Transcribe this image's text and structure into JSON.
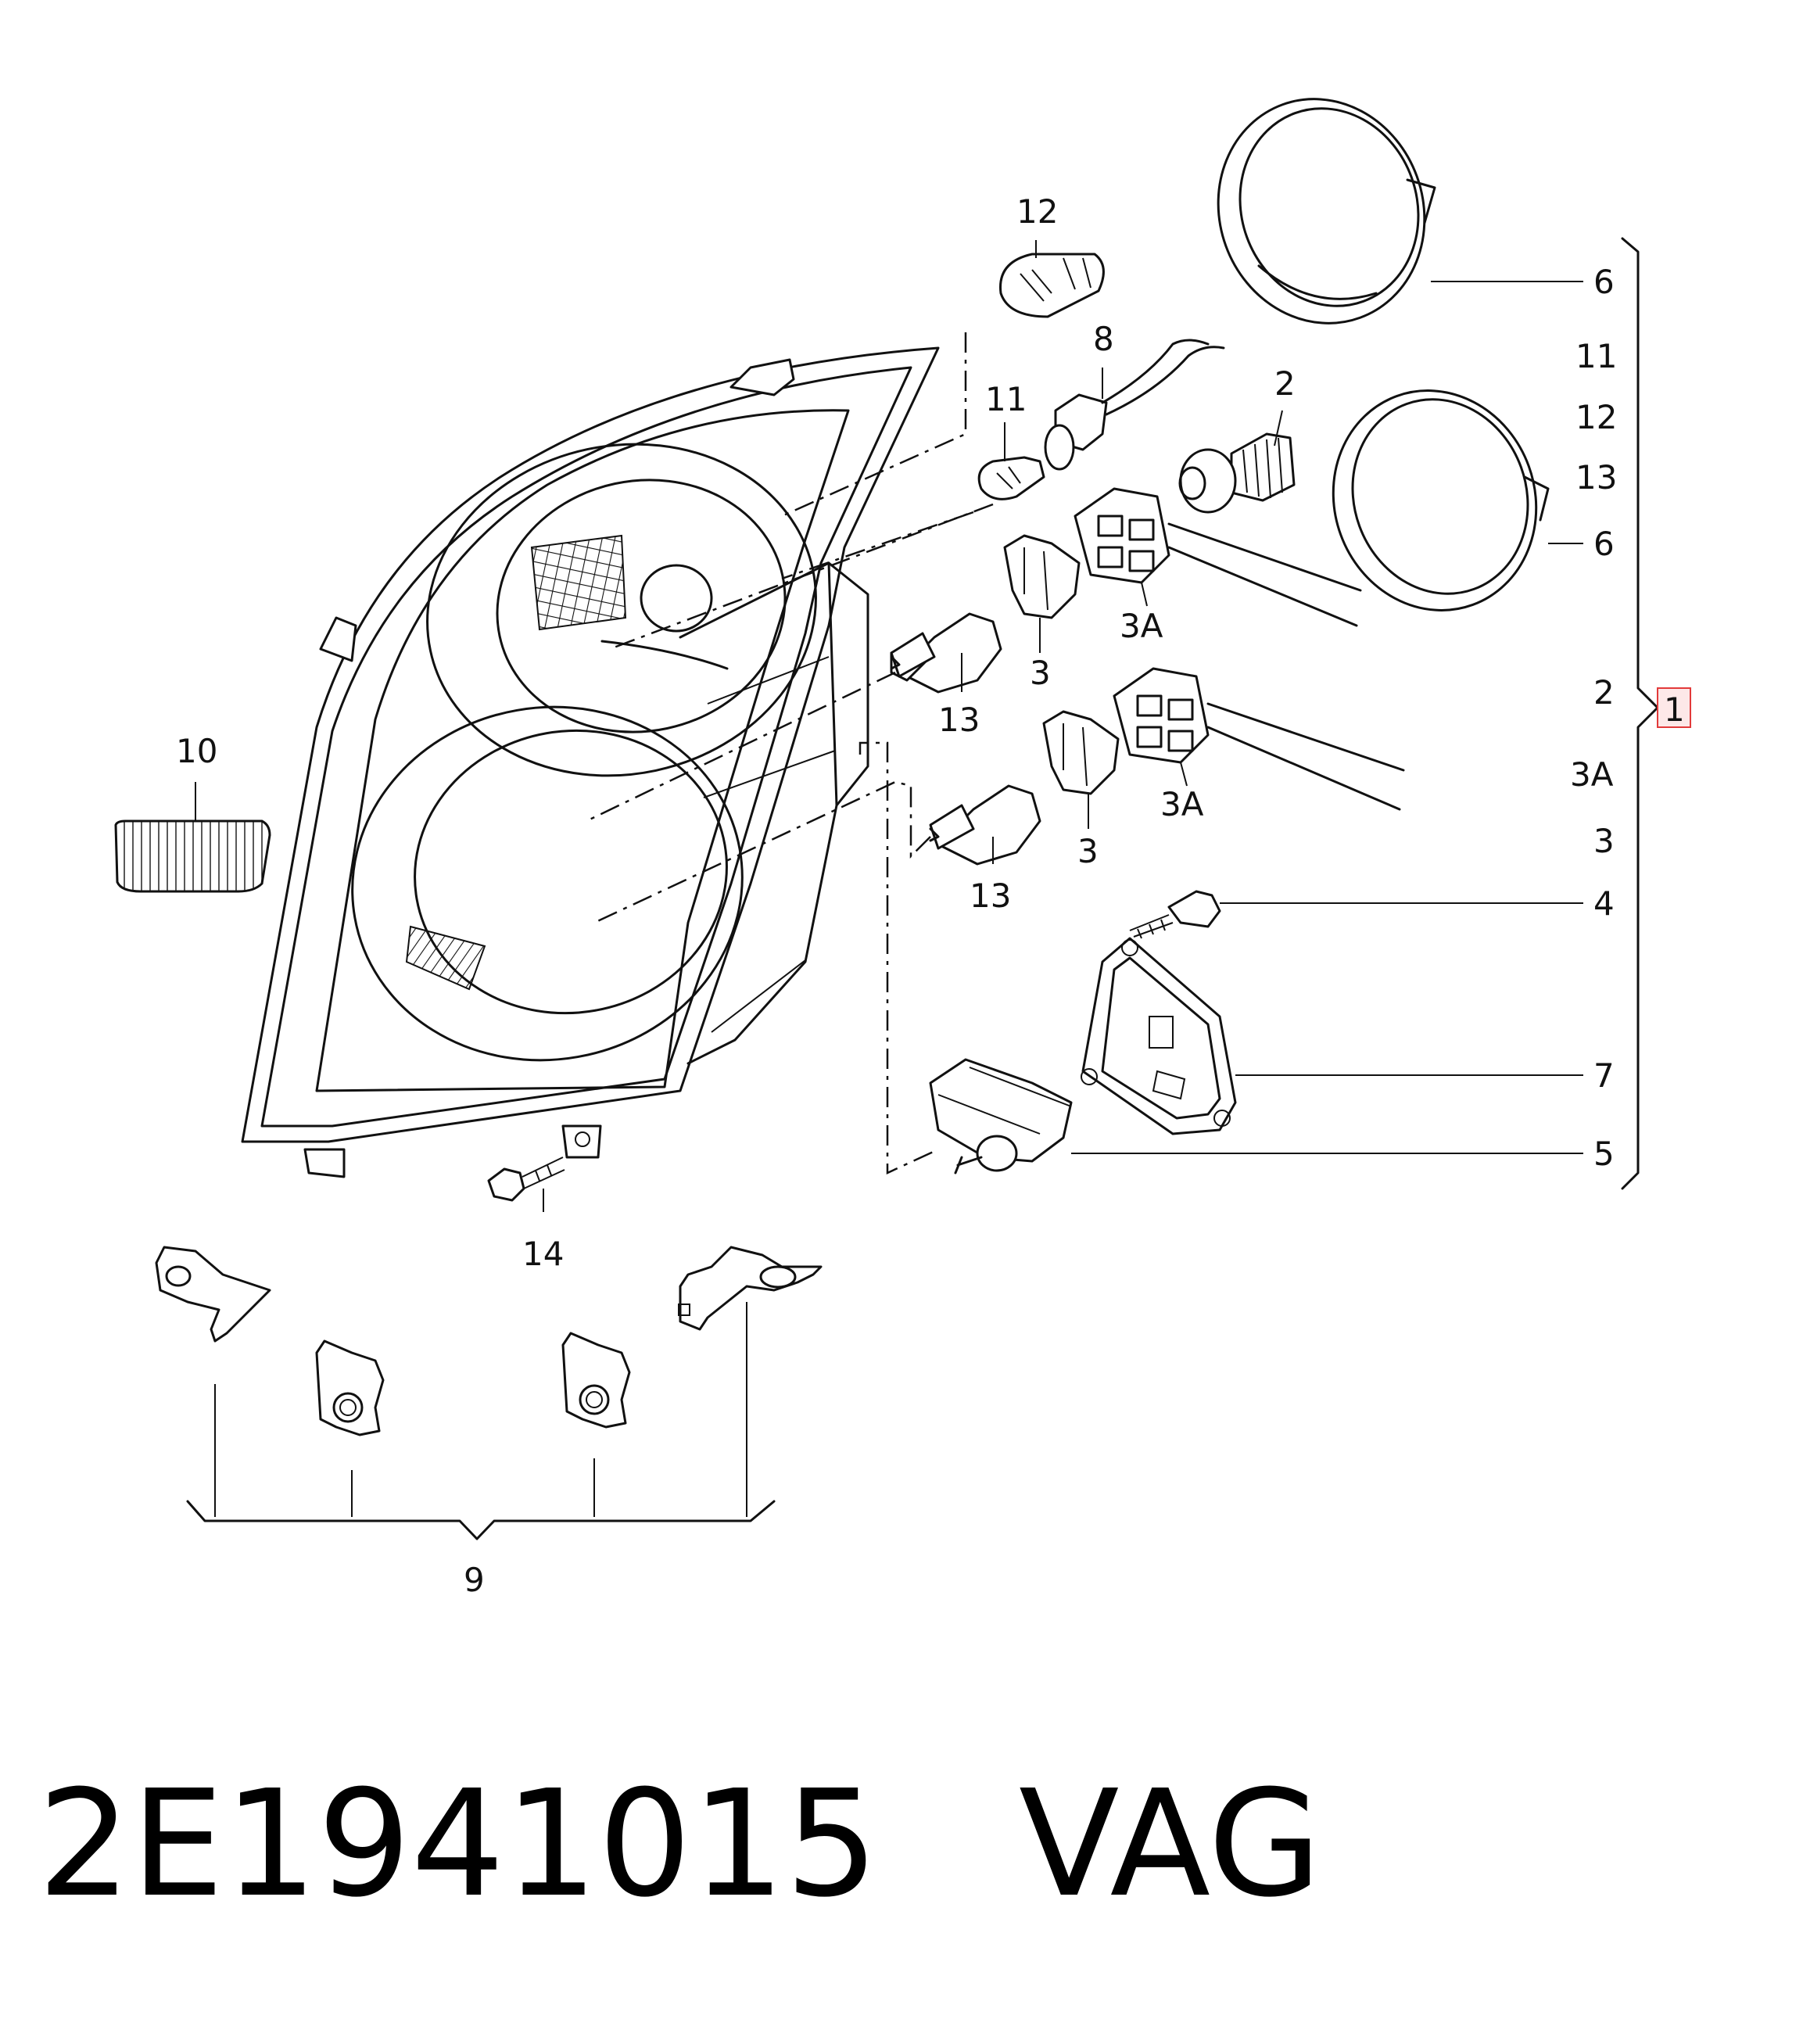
{
  "caption": {
    "part_number": "2E1941015",
    "brand": "VAG"
  },
  "callouts": {
    "c12": "12",
    "c8": "8",
    "c11": "11",
    "c2": "2",
    "c3a_upper": "3A",
    "c3_upper": "3",
    "c13_upper": "13",
    "c3a_lower": "3A",
    "c3_lower": "3",
    "c13_lower": "13",
    "c10": "10",
    "c14": "14",
    "c9": "9"
  },
  "assembly_list": {
    "head": "1",
    "items": [
      "6",
      "11",
      "12",
      "13",
      "6",
      "2",
      "3A",
      "3",
      "4",
      "7",
      "5"
    ]
  },
  "colors": {
    "line": "#111111",
    "highlight_border": "#e23a3a",
    "highlight_fill": "#fde8e8"
  }
}
